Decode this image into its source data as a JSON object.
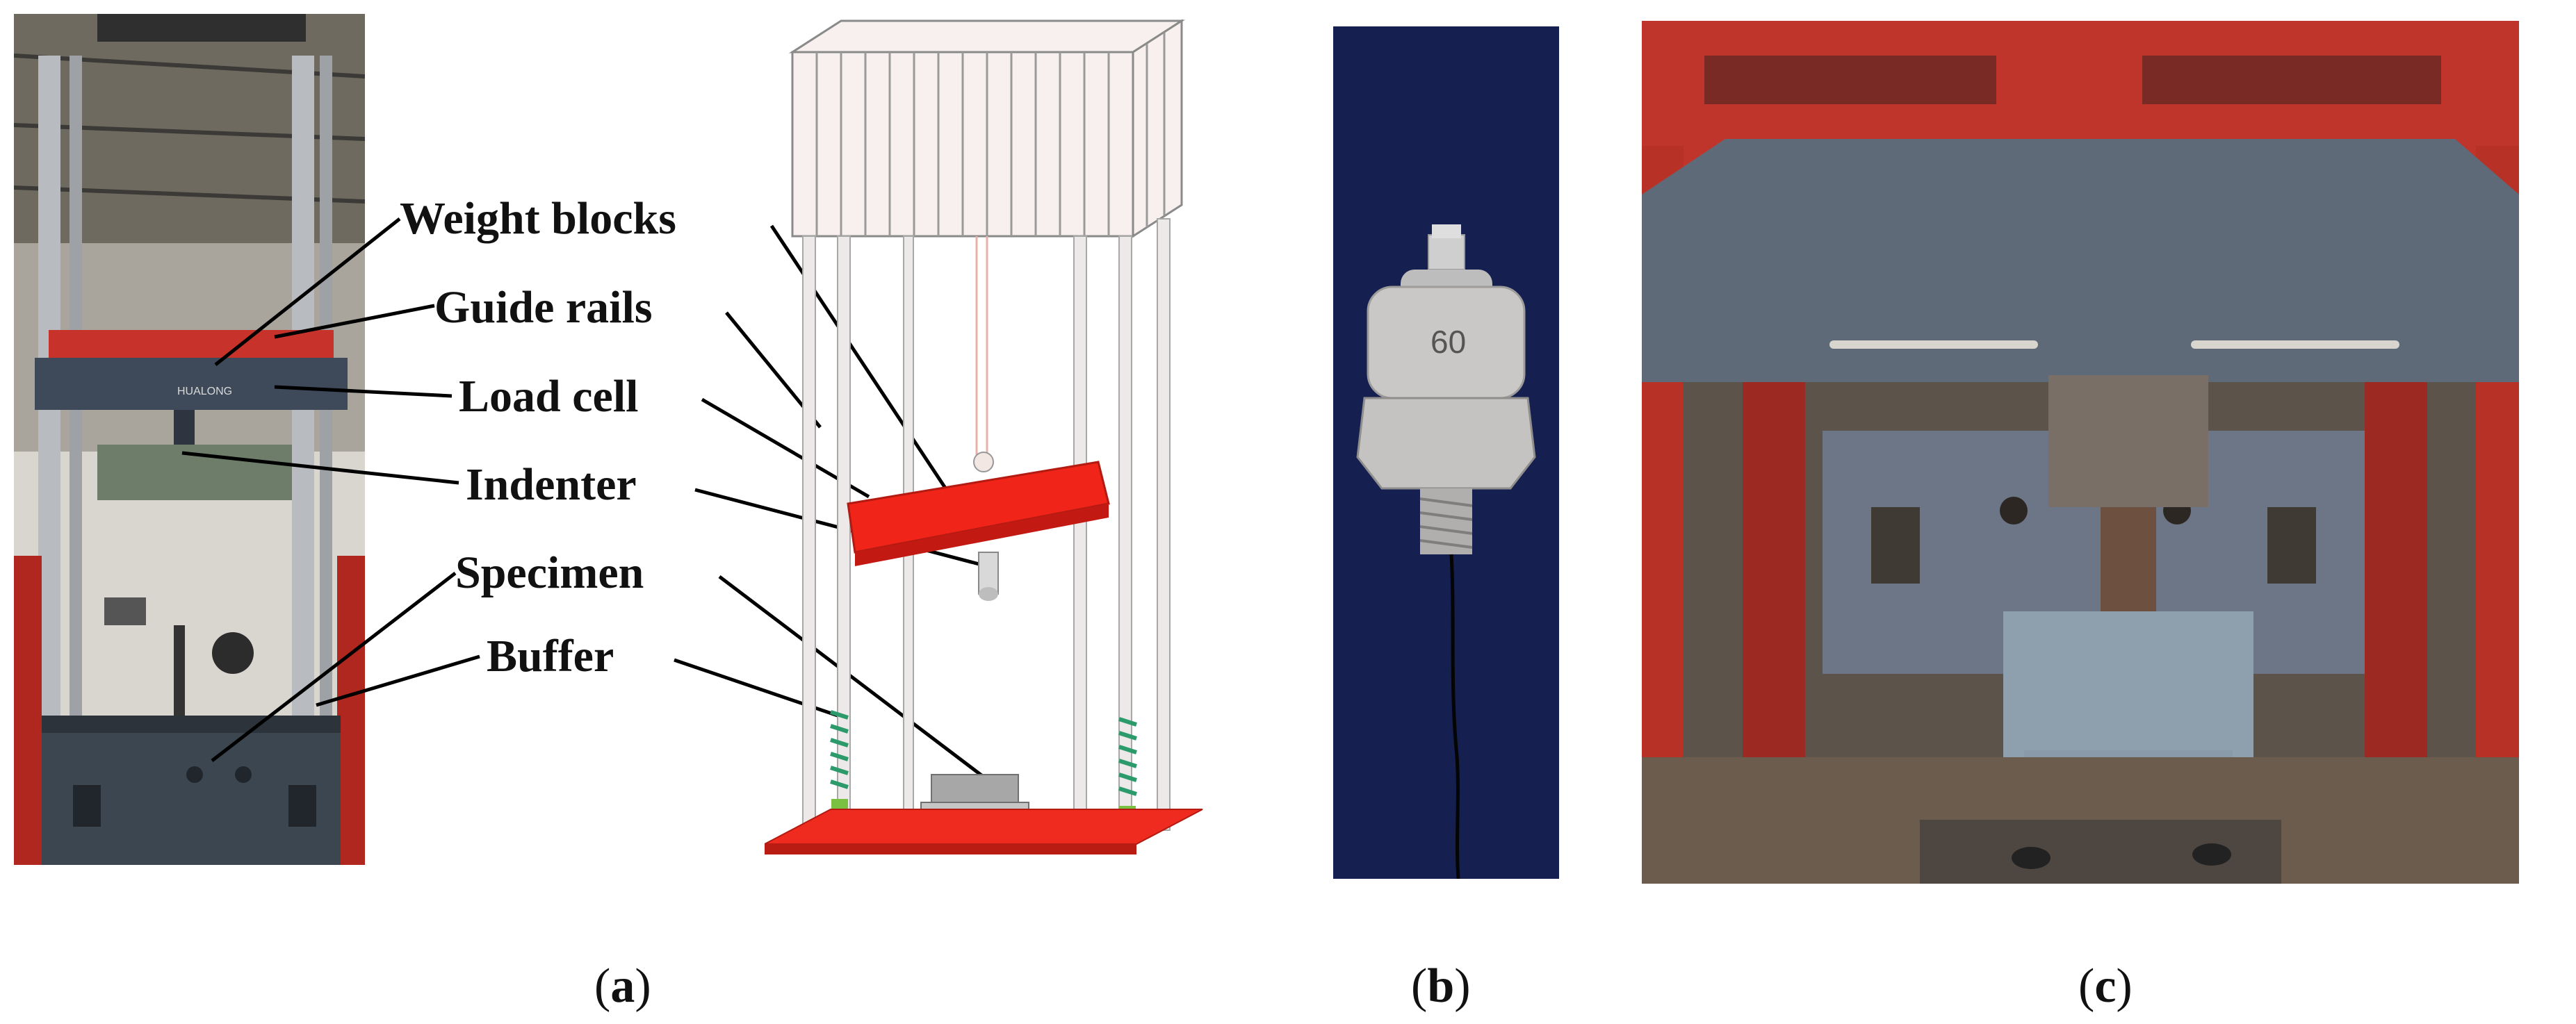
{
  "figure": {
    "annotations": [
      {
        "id": "weight_blocks",
        "text": "Weight blocks"
      },
      {
        "id": "guide_rails",
        "text": "Guide rails"
      },
      {
        "id": "load_cell",
        "text": "Load cell"
      },
      {
        "id": "indenter",
        "text": "Indenter"
      },
      {
        "id": "specimen",
        "text": "Specimen"
      },
      {
        "id": "buffer",
        "text": "Buffer"
      }
    ],
    "captions": {
      "a": "a",
      "b": "b",
      "c": "c"
    },
    "photo_a": {
      "brand_text": "HUALONG"
    },
    "photo_b": {
      "engraving": "60"
    }
  }
}
